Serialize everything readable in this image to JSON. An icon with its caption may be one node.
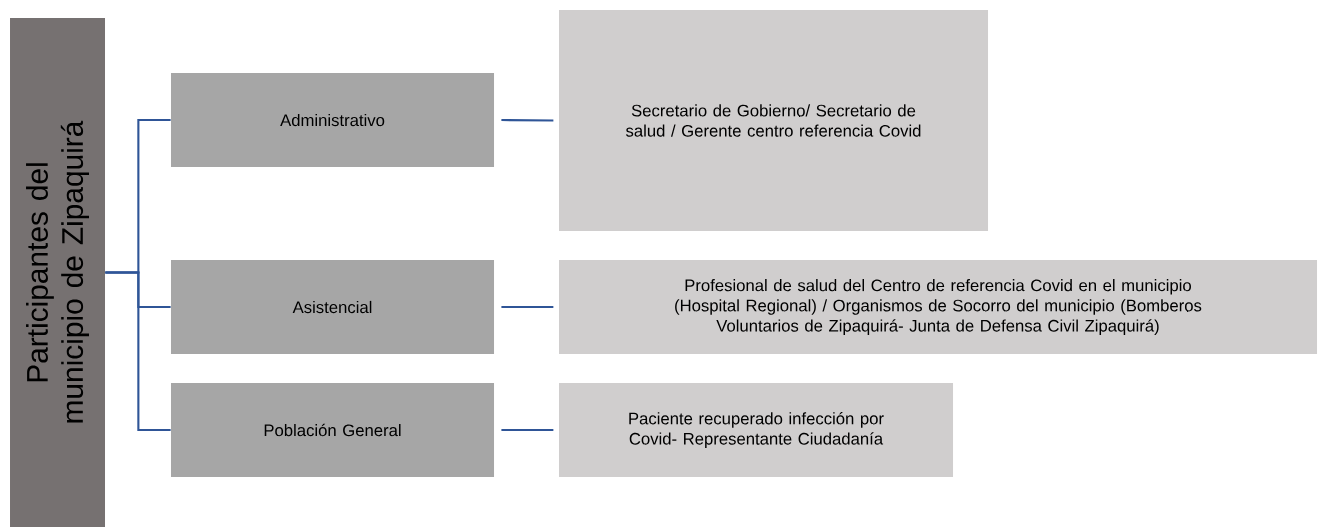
{
  "diagram": {
    "nodes": [
      {
        "text": [
          "Participantes del municipio de Zipaquirá"
        ]
      },
      {
        "text": [
          "Administrativo"
        ]
      },
      {
        "text": [
          "Asistencial"
        ]
      },
      {
        "text": [
          "Población General"
        ]
      },
      {
        "text": [
          "Secretario de Gobierno/ Secretario de salud / Gerente centro referencia Covid"
        ]
      },
      {
        "text": [
          "Profesional de salud del Centro de referencia Covid en el municipio (Hospital Regional) / Organismos de Socorro del municipio (Bomberos Voluntarios de Zipaquirá- Junta de Defensa Civil Zipaquirá)"
        ]
      },
      {
        "text": [
          "Paciente recuperado infección por Covid- Representante Ciudadanía"
        ]
      }
    ],
    "edges": [
      {
        "from": 0,
        "to": 1,
        "arrow": "none"
      },
      {
        "from": 0,
        "to": 2,
        "arrow": "none"
      },
      {
        "from": 0,
        "to": 3,
        "arrow": "none"
      },
      {
        "from": 1,
        "to": 4,
        "arrow": "none"
      },
      {
        "from": 2,
        "to": 5,
        "arrow": "none"
      },
      {
        "from": 3,
        "to": 6,
        "arrow": "none"
      }
    ]
  }
}
